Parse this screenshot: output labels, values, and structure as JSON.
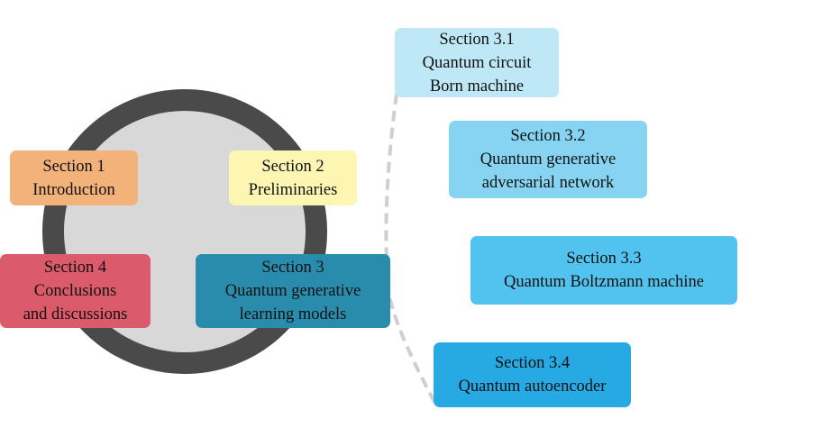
{
  "diagram": {
    "colors": {
      "ring": "#4a4a4a",
      "ring_fill": "#d8d8d8",
      "connector": "#cfcfcf",
      "section1": "#f2b27a",
      "section2": "#fdf6b3",
      "section3": "#2a8cac",
      "section4": "#db5b6a",
      "section3_1": "#bfe8f7",
      "section3_2": "#86d4f2",
      "section3_3": "#52c2ee",
      "section3_4": "#27a9e3"
    },
    "main_sections": [
      {
        "id": "section-1",
        "lines": [
          "Section 1",
          "Introduction"
        ]
      },
      {
        "id": "section-2",
        "lines": [
          "Section 2",
          "Preliminaries"
        ]
      },
      {
        "id": "section-3",
        "lines": [
          "Section 3",
          "Quantum generative",
          "learning models"
        ]
      },
      {
        "id": "section-4",
        "lines": [
          "Section 4",
          "Conclusions",
          "and discussions"
        ]
      }
    ],
    "subsections": [
      {
        "id": "section-3-1",
        "lines": [
          "Section 3.1",
          "Quantum circuit",
          "Born machine"
        ]
      },
      {
        "id": "section-3-2",
        "lines": [
          "Section 3.2",
          "Quantum generative",
          "adversarial network"
        ]
      },
      {
        "id": "section-3-3",
        "lines": [
          "Section 3.3",
          "Quantum Boltzmann machine"
        ]
      },
      {
        "id": "section-3-4",
        "lines": [
          "Section 3.4",
          "Quantum autoencoder"
        ]
      }
    ]
  }
}
